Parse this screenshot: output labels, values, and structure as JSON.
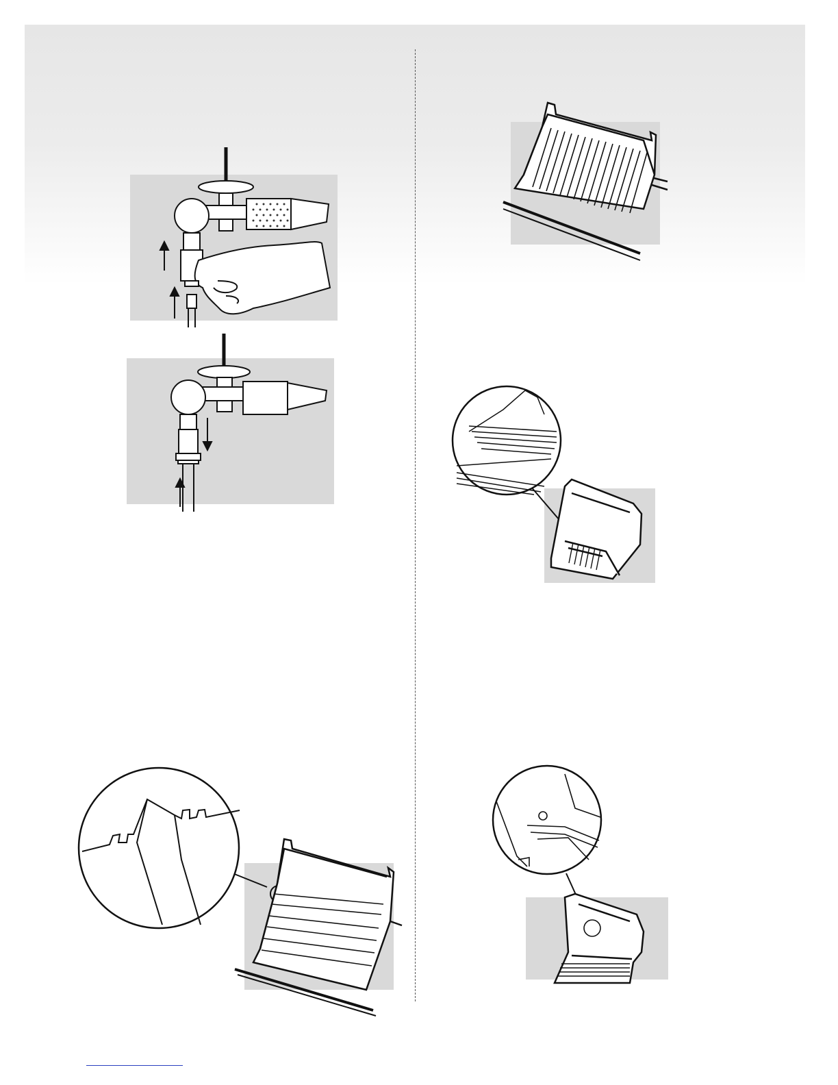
{
  "document": {
    "background_band_color": "#e9e9e9",
    "figure_panel_color": "#d9d9d9",
    "line_color": "#111111",
    "footer_link_color": "#2a3fbf",
    "footer_link_text": ""
  },
  "figures": [
    {
      "id": "valve-removal",
      "icons": [
        "valve-body",
        "hand",
        "up-arrow"
      ]
    },
    {
      "id": "valve-install",
      "icons": [
        "valve-body",
        "down-arrow",
        "up-arrow"
      ]
    },
    {
      "id": "burner-box-grate",
      "icons": [
        "grill-firebox",
        "cooking-grate"
      ]
    },
    {
      "id": "warming-rack-detail",
      "icons": [
        "magnifier-circle",
        "warming-rack",
        "grill-open-lid"
      ]
    },
    {
      "id": "heat-deflector-detail",
      "icons": [
        "magnifier-circle",
        "notched-bracket",
        "grill-firebox"
      ]
    },
    {
      "id": "lid-screw-detail",
      "icons": [
        "magnifier-circle",
        "screw",
        "grill-open-lid"
      ]
    }
  ]
}
